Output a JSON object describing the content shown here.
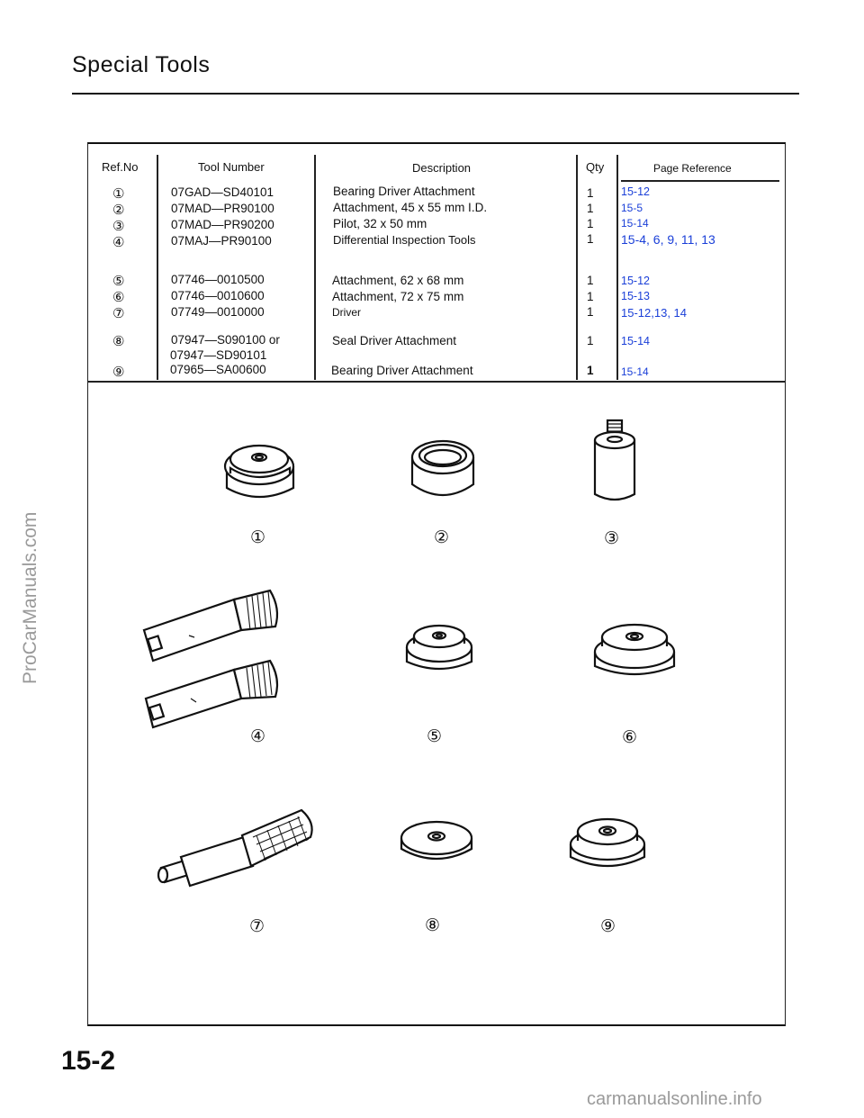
{
  "page": {
    "title": "Special Tools",
    "page_number": "15-2",
    "watermark_left": "ProCarManuals.com",
    "watermark_bottom": "carmanualsonline.info"
  },
  "table": {
    "headers": {
      "ref": "Ref.No",
      "tool": "Tool Number",
      "desc": "Description",
      "qty": "Qty",
      "page": "Page Reference"
    },
    "rows": [
      {
        "ref": "①",
        "tool": "07GAD—SD40101",
        "desc": "Bearing Driver Attachment",
        "qty": "1",
        "page": "15-12"
      },
      {
        "ref": "②",
        "tool": "07MAD—PR90100",
        "desc": "Attachment, 45 x 55 mm I.D.",
        "qty": "1",
        "page": "15-5"
      },
      {
        "ref": "③",
        "tool": "07MAD—PR90200",
        "desc": "Pilot, 32 x 50 mm",
        "qty": "1",
        "page": "15-14"
      },
      {
        "ref": "④",
        "tool": "07MAJ—PR90100",
        "desc": "Differential Inspection Tools",
        "qty": "1",
        "page": "15-4, 6, 9, 11, 13"
      },
      {
        "ref": "⑤",
        "tool": "07746—0010500",
        "desc": "Attachment, 62 x 68 mm",
        "qty": "1",
        "page": "15-12"
      },
      {
        "ref": "⑥",
        "tool": "07746—0010600",
        "desc": "Attachment, 72 x 75 mm",
        "qty": "1",
        "page": "15-13"
      },
      {
        "ref": "⑦",
        "tool": "07749—0010000",
        "desc": "Driver",
        "qty": "1",
        "page": "15-12,13, 14"
      },
      {
        "ref": "⑧",
        "tool": "07947—S090100 or",
        "tool2": "07947—SD90101",
        "desc": "Seal Driver Attachment",
        "qty": "1",
        "page": "15-14"
      },
      {
        "ref": "⑨",
        "tool": "07965—SA00600",
        "desc": "Bearing Driver Attachment",
        "qty": "1",
        "page": "15-14"
      }
    ]
  },
  "illustrations": {
    "labels": [
      "①",
      "②",
      "③",
      "④",
      "⑤",
      "⑥",
      "⑦",
      "⑧",
      "⑨"
    ]
  },
  "colors": {
    "page_reference": "#1a3fd8",
    "ink": "#111111",
    "watermark": "#9a9a9a"
  }
}
